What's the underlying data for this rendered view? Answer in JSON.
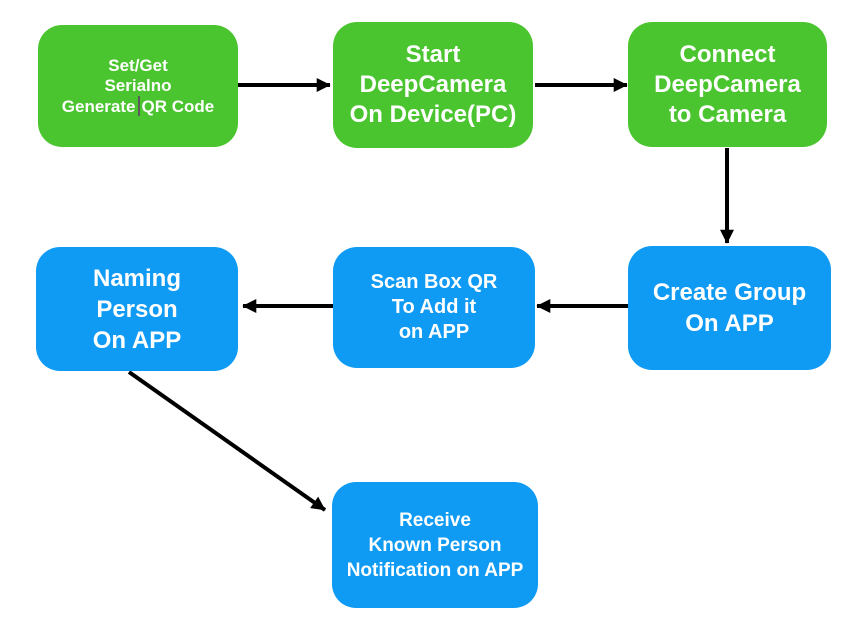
{
  "diagram": {
    "type": "flowchart",
    "colors": {
      "step_stage1_fill": "#4bc52f",
      "step_stage2_fill": "#0f9af3",
      "text": "#ffffff",
      "arrow": "#000000",
      "background": "#ffffff",
      "caret": "#5a5a5a"
    },
    "nodes": {
      "n1": {
        "line1": "Set/Get",
        "line2": "Serialno",
        "line3a": "Generate",
        "line3b": "QR Code"
      },
      "n2": {
        "line1": "Start",
        "line2": "DeepCamera",
        "line3": "On Device(PC)"
      },
      "n3": {
        "line1": "Connect",
        "line2": "DeepCamera",
        "line3": "to Camera"
      },
      "n4": {
        "line1": "Naming",
        "line2": "Person",
        "line3": "On APP"
      },
      "n5": {
        "line1": "Scan Box QR",
        "line2": "To Add it",
        "line3": "on APP"
      },
      "n6": {
        "line1": "Create Group",
        "line2": "On APP"
      },
      "n7": {
        "line1": "Receive",
        "line2": "Known Person",
        "line3": "Notification on APP"
      }
    },
    "edges": [
      {
        "from": "n1",
        "to": "n2",
        "direction": "right"
      },
      {
        "from": "n2",
        "to": "n3",
        "direction": "right"
      },
      {
        "from": "n3",
        "to": "n6",
        "direction": "down"
      },
      {
        "from": "n6",
        "to": "n5",
        "direction": "left"
      },
      {
        "from": "n5",
        "to": "n4",
        "direction": "left"
      },
      {
        "from": "n4",
        "to": "n7",
        "direction": "down-right-diagonal"
      }
    ]
  }
}
